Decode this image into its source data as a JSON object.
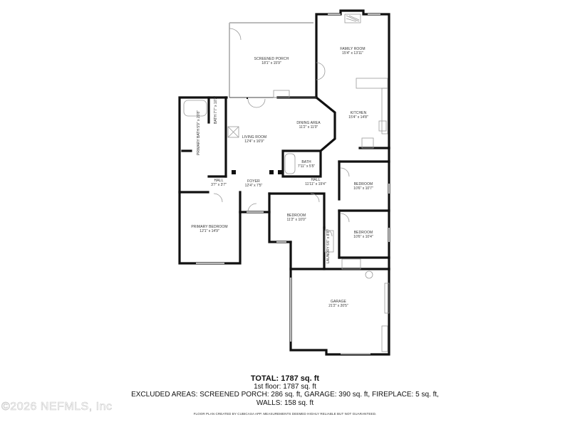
{
  "floor_plan": {
    "rooms": [
      {
        "id": "screened-porch",
        "name": "SCREENED PORCH",
        "dims": "18'1\" x 15'9\""
      },
      {
        "id": "family-room",
        "name": "FAMILY ROOM",
        "dims": "15'4\" x 13'11\""
      },
      {
        "id": "kitchen",
        "name": "KITCHEN",
        "dims": "15'4\" x 14'8\""
      },
      {
        "id": "dining-area",
        "name": "DINING AREA",
        "dims": "11'2\" x 11'0\""
      },
      {
        "id": "living-room",
        "name": "LIVING ROOM",
        "dims": "12'4\" x 16'9\""
      },
      {
        "id": "bath-1",
        "name": "BATH",
        "dims": "7'7\" x 10'2\""
      },
      {
        "id": "primary-bath",
        "name": "PRIMARY BATH",
        "dims": "5'9\" x 20'8\""
      },
      {
        "id": "bath-2",
        "name": "BATH",
        "dims": "7'11\" x 5'5\""
      },
      {
        "id": "hall-1",
        "name": "HALL",
        "dims": "3'7\" x 3'7\""
      },
      {
        "id": "foyer",
        "name": "FOYER",
        "dims": "12'4\" x 7'5\""
      },
      {
        "id": "hall-2",
        "name": "HALL",
        "dims": "11'11\" x 19'4\""
      },
      {
        "id": "bedroom-1",
        "name": "BEDROOM",
        "dims": "10'6\" x 10'7\""
      },
      {
        "id": "primary-bedroom",
        "name": "PRIMARY BEDROOM",
        "dims": "12'1\" x 14'9\""
      },
      {
        "id": "bedroom-2",
        "name": "BEDROOM",
        "dims": "11'2\" x 10'0\""
      },
      {
        "id": "bedroom-3",
        "name": "BEDROOM",
        "dims": "10'6\" x 10'4\""
      },
      {
        "id": "laundry",
        "name": "LAUNDRY",
        "dims": "5'6\" x 8'8\""
      },
      {
        "id": "garage",
        "name": "GARAGE",
        "dims": "21'2\" x 20'5\""
      }
    ]
  },
  "summary": {
    "total": "TOTAL: 1787 sq. ft",
    "floor": "1st floor: 1787 sq. ft",
    "excluded": "EXCLUDED AREAS: SCREENED PORCH: 286 sq. ft, GARAGE: 390 sq. ft, FIREPLACE: 5 sq. ft,",
    "walls": "WALLS: 158 sq. ft",
    "disclaimer": "FLOOR PLAN CREATED BY CUBICASA APP. MEASUREMENTS DEEMED HIGHLY RELIABLE BUT NOT GUARANTEED."
  },
  "watermark": "©2026 NEFMLS, Inc",
  "colors": {
    "wall": "#111111",
    "window": "#bbbbbb",
    "fixture": "#999999"
  }
}
